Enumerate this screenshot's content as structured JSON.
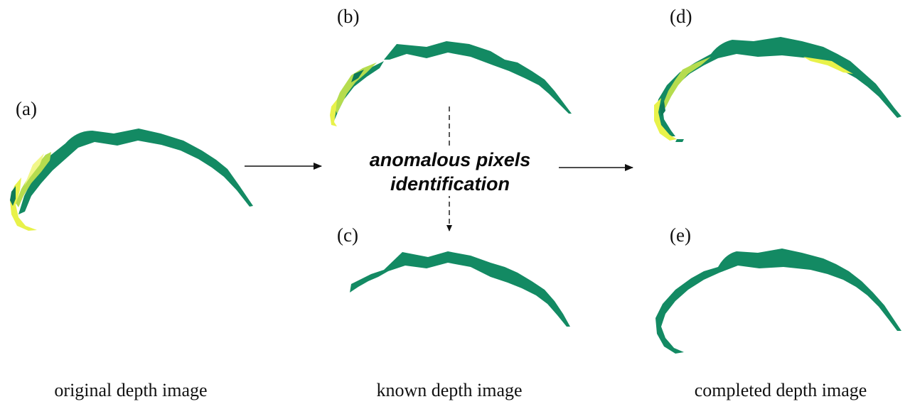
{
  "panels": {
    "a": {
      "label": "(a)"
    },
    "b": {
      "label": "(b)"
    },
    "c": {
      "label": "(c)"
    },
    "d": {
      "label": "(d)"
    },
    "e": {
      "label": "(e)"
    }
  },
  "process": {
    "line1": "anomalous pixels",
    "line2": "identification"
  },
  "captions": {
    "left": "original depth image",
    "middle": "known depth image",
    "right": "completed depth image"
  },
  "colors": {
    "known_depth": "#138a63",
    "known_depth_dark": "#0f7a57",
    "anomalous_bright": "#e8f24a",
    "anomalous_mid": "#b5dc4e",
    "anomalous_pale": "#f2f78a",
    "arrow": "#111111"
  }
}
